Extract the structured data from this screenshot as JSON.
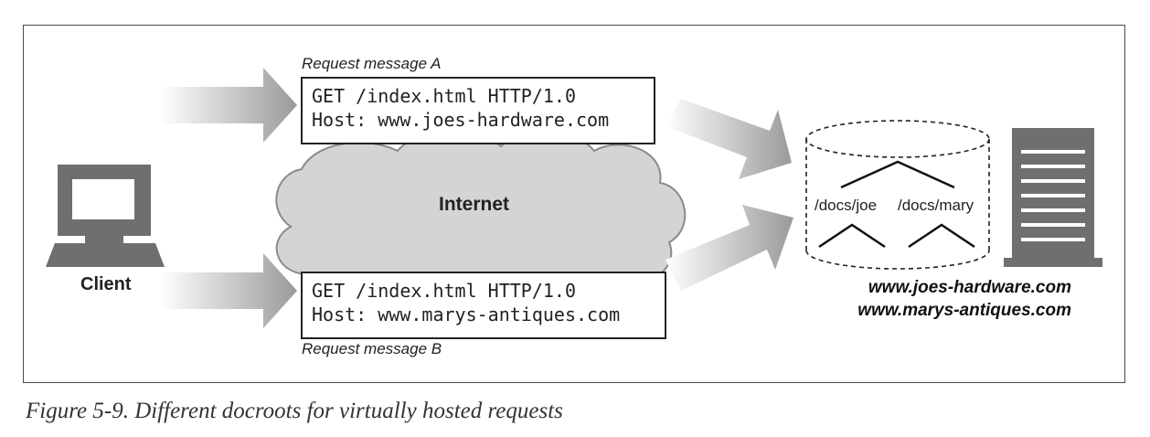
{
  "request_a": {
    "label": "Request message A",
    "line1": "GET /index.html HTTP/1.0",
    "line2": "Host: www.joes-hardware.com"
  },
  "request_b": {
    "label": "Request message B",
    "line1": "GET /index.html HTTP/1.0",
    "line2": "Host: www.marys-antiques.com"
  },
  "internet_label": "Internet",
  "client_label": "Client",
  "server": {
    "docroot_joe": "/docs/joe",
    "docroot_mary": "/docs/mary",
    "host1": "www.joes-hardware.com",
    "host2": "www.marys-antiques.com"
  },
  "caption": "Figure 5-9. Different docroots for virtually hosted requests",
  "colors": {
    "icon_gray": "#6f6f6f",
    "cloud_fill": "#d4d4d4",
    "arrow_gray": "#9a9a9a"
  }
}
